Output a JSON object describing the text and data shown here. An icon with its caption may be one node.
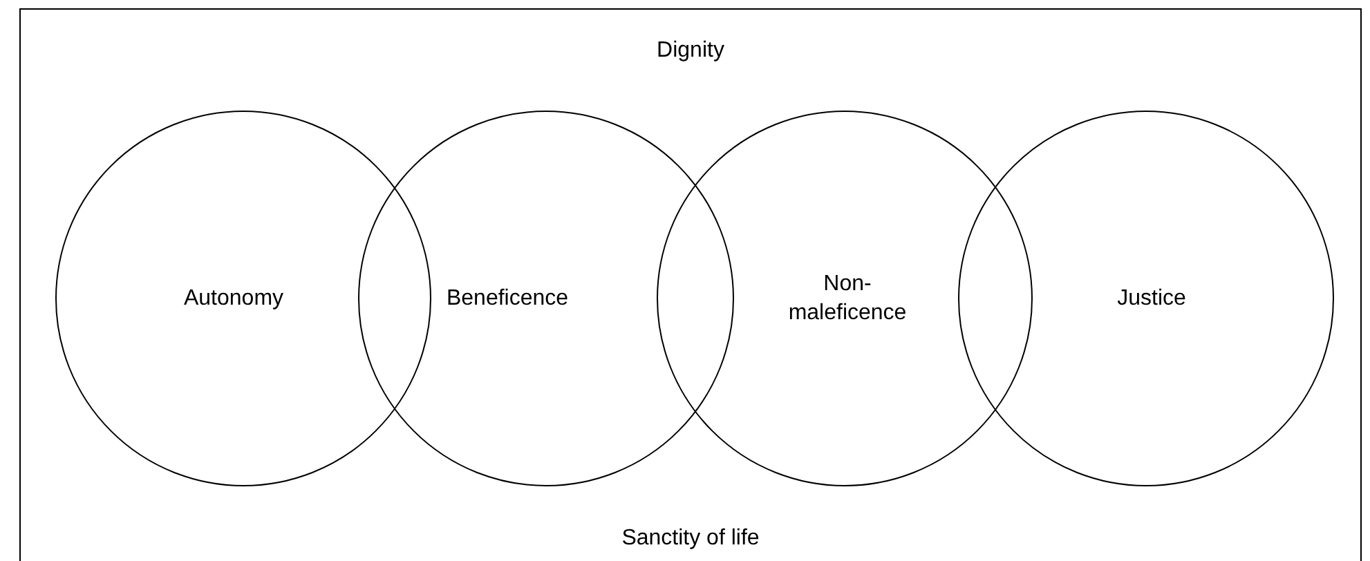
{
  "diagram": {
    "nodes": [
      {
        "text": [
          "Dignity",
          "Sanctity of life"
        ]
      },
      {
        "text": [
          "Autonomy"
        ],
        "in": 0
      },
      {
        "text": [
          "Beneficence"
        ],
        "in": 0
      },
      {
        "text": [
          "Non- maleficence"
        ],
        "in": 0
      },
      {
        "text": [
          "Justice"
        ],
        "in": 0
      }
    ]
  }
}
